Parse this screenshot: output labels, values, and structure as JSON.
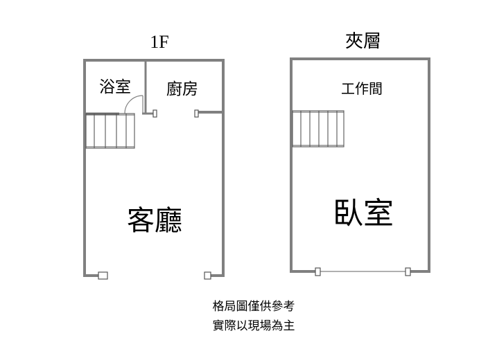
{
  "floor_1f": {
    "title": "1F",
    "rooms": {
      "bathroom": "浴室",
      "kitchen": "廚房",
      "living_room": "客廳"
    }
  },
  "mezzanine": {
    "title": "夾層",
    "rooms": {
      "workroom": "工作間",
      "bedroom": "臥室"
    }
  },
  "disclaimer": {
    "line1": "格局圖僅供參考",
    "line2": "實際以現場為主"
  },
  "colors": {
    "wall": "#808080",
    "text": "#000000",
    "stair_line": "#555555"
  }
}
